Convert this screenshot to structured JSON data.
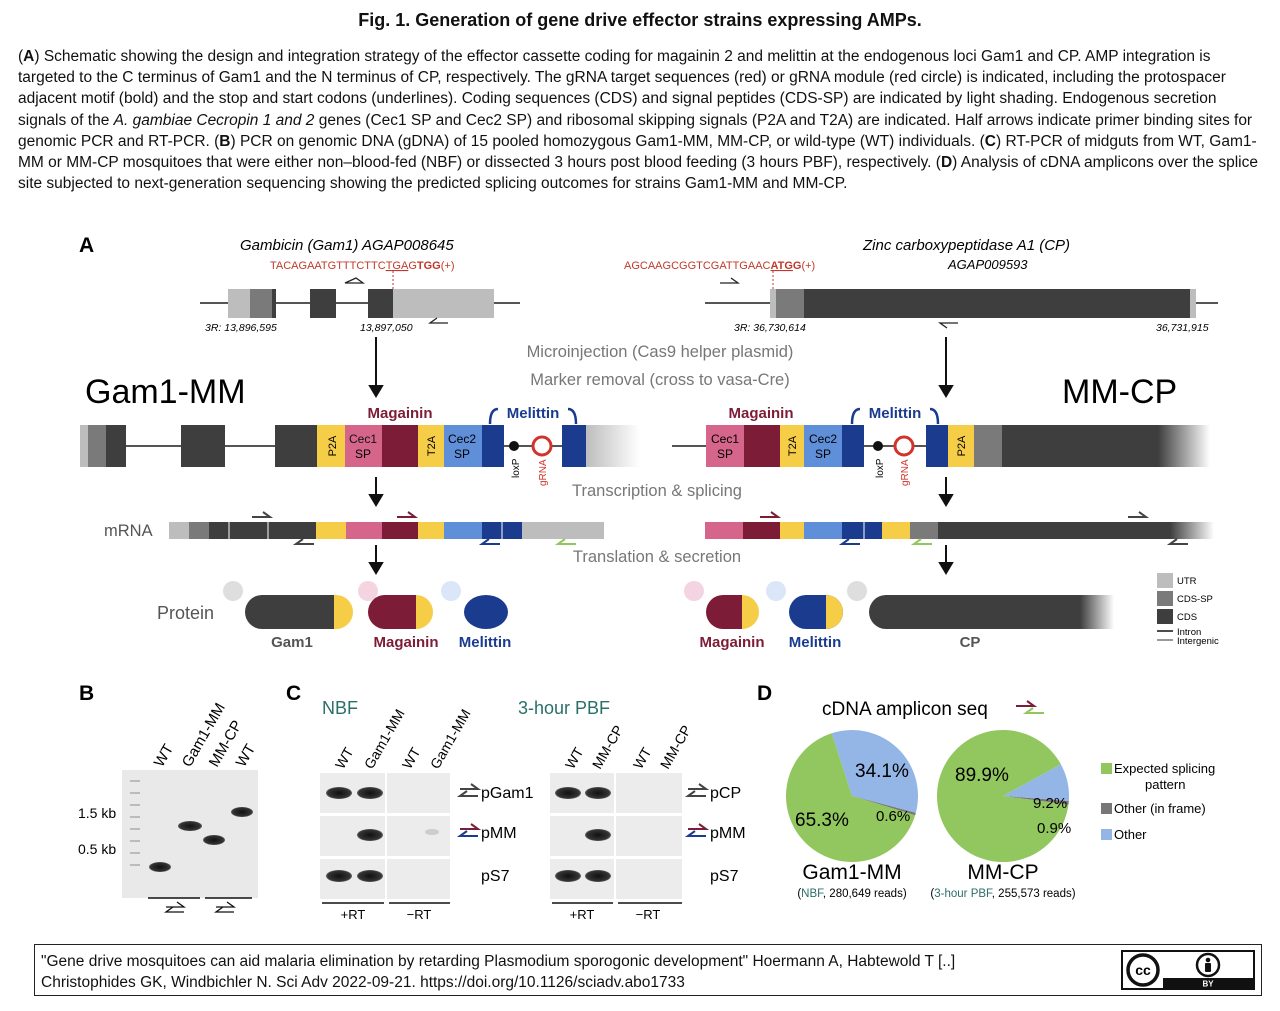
{
  "title": "Fig. 1. Generation of gene drive effector strains expressing AMPs.",
  "caption": {
    "A_label": "A",
    "A_text_1": ") Schematic showing the design and integration strategy of the effector cassette coding for magainin 2 and melittin at the endogenous loci Gam1 and CP. AMP integration is targeted to the C terminus of Gam1 and the N terminus of CP, respectively. The gRNA target sequences (red) or gRNA module (red circle) is indicated, including the protospacer adjacent motif (bold) and the stop and start codons (underlines). Coding sequences (CDS) and signal peptides (CDS-SP) are indicated by light shading. Endogenous secretion signals of the ",
    "A_italic": "A. gambiae Cecropin 1 and 2",
    "A_text_2": " genes (Cec1 SP and Cec2 SP) and ribosomal skipping signals (P2A and T2A) are indicated. Half arrows indicate primer binding sites for genomic PCR and RT-PCR. (",
    "B_label": "B",
    "B_text": ") PCR on genomic DNA (gDNA) of 15 pooled homozygous Gam1-MM, MM-CP, or wild-type (WT) individuals. (",
    "C_label": "C",
    "C_text": ") RT-PCR of midguts from WT, Gam1-MM or MM-CP mosquitoes that were either non–blood-fed (NBF) or dissected 3 hours post blood feeding (3 hours PBF), respectively. (",
    "D_label": "D",
    "D_text": ") Analysis of cDNA amplicons over the splice site subjected to next-generation sequencing showing the predicted splicing outcomes for strains Gam1-MM and MM-CP."
  },
  "panelA": {
    "label": "A",
    "gam1_gene_name": "Gambicin (Gam1)",
    "gam1_gene_id": "AGAP008645",
    "gam1_seq_pre": "TACAGAATGTTTCTTC",
    "gam1_seq_stop": "TGA",
    "gam1_seq_g": "G",
    "gam1_seq_pam": "TGG",
    "gam1_seq_strand": "(+)",
    "gam1_coord_left": "3R: 13,896,595",
    "gam1_coord_right": "13,897,050",
    "cp_gene_name": "Zinc carboxypeptidase A1 (CP)",
    "cp_gene_id": "AGAP009593",
    "cp_seq_pre": "AGCAAGCGGTCGATTGAAC",
    "cp_seq_start": "ATG",
    "cp_seq_pam_rest": "G",
    "cp_seq_strand": "(+)",
    "cp_coord_left": "3R: 36,730,614",
    "cp_coord_right": "36,731,915",
    "step_microinjection": "Microinjection (Cas9 helper plasmid)",
    "step_marker": "Marker removal (cross to vasa-Cre)",
    "strain_left": "Gam1-MM",
    "strain_right": "MM-CP",
    "magainin": "Magainin",
    "melittin": "Melittin",
    "p2a": "P2A",
    "t2a": "T2A",
    "cec1": "Cec1",
    "cec2": "Cec2",
    "sp": "SP",
    "loxp": "loxP",
    "grna": "gRNA",
    "step_transcription": "Transcription & splicing",
    "mrna": "mRNA",
    "step_translation": "Translation & secretion",
    "protein": "Protein",
    "prot_gam1": "Gam1",
    "prot_magainin": "Magainin",
    "prot_melittin": "Melittin",
    "prot_cp": "CP",
    "legend": [
      "UTR",
      "CDS-SP",
      "CDS",
      "Intron",
      "Intergenic"
    ]
  },
  "panelB": {
    "label": "B",
    "lanes": [
      "WT",
      "Gam1-MM",
      "MM-CP",
      "WT"
    ],
    "marker_15": "1.5 kb",
    "marker_05": "0.5 kb"
  },
  "panelC": {
    "label": "C",
    "nbf": "NBF",
    "pbf": "3-hour PBF",
    "lanes_left": [
      "WT",
      "Gam1-MM",
      "WT",
      "Gam1-MM"
    ],
    "lanes_right": [
      "WT",
      "MM-CP",
      "WT",
      "MM-CP"
    ],
    "rows_left": [
      "pGam1",
      "pMM",
      "pS7"
    ],
    "rows_right": [
      "pCP",
      "pMM",
      "pS7"
    ],
    "plus_rt": "+RT",
    "minus_rt": "−RT"
  },
  "panelD": {
    "label": "D",
    "title": "cDNA amplicon seq",
    "gam1_name": "Gam1-MM",
    "gam1_cond": "NBF",
    "gam1_reads": ", 280,649 reads)",
    "mmcp_name": "MM-CP",
    "mmcp_cond": "3-hour PBF",
    "mmcp_reads": ", 255,573 reads)",
    "legend": [
      "Expected splicing",
      "pattern",
      "Other (in frame)",
      "Other"
    ],
    "colors": {
      "expected": "#92c65e",
      "inframe": "#777777",
      "other": "#94b6e6"
    }
  },
  "chart_data": [
    {
      "type": "pie",
      "name": "Gam1-MM",
      "labels": [
        "Expected splicing pattern",
        "Other (in frame)",
        "Other"
      ],
      "values": [
        65.3,
        0.6,
        34.1
      ],
      "value_labels": [
        "65.3%",
        "0.6%",
        "34.1%"
      ]
    },
    {
      "type": "pie",
      "name": "MM-CP",
      "labels": [
        "Expected splicing pattern",
        "Other (in frame)",
        "Other"
      ],
      "values": [
        89.9,
        0.9,
        9.2
      ],
      "value_labels": [
        "89.9%",
        "0.9%",
        "9.2%"
      ]
    }
  ],
  "citation": {
    "line1": "\"Gene drive mosquitoes can aid malaria elimination by retarding Plasmodium sporogonic development\" Hoermann A, Habtewold T [..]",
    "line2": "Christophides GK, Windbichler N. Sci Adv 2022-09-21. https://doi.org/10.1126/sciadv.abo1733",
    "license_by": "BY",
    "license_cc": "cc"
  }
}
